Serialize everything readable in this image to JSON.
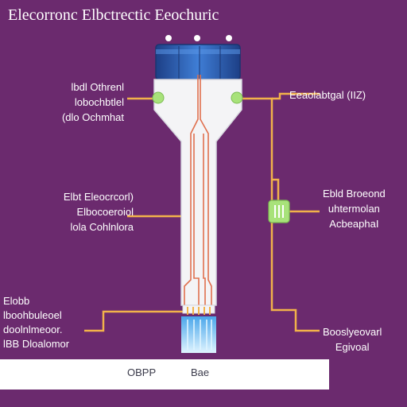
{
  "title": "Elecorronc Elbctrectic Eeochuric",
  "labels": {
    "left_top": [
      "lbdl Othrenl",
      "lobochbtlel",
      "(dlo Ochmhat"
    ],
    "left_middle": [
      "Elbt Eleocrcorl)",
      "Elbocoeroiol",
      "lola Cohlnlora"
    ],
    "left_bottom": [
      "Elobb",
      "lboohbuleoel",
      "doolnlmeoor.",
      "lBB Dloalomor"
    ],
    "right_top": [
      "Eeaolabtgal (IIZ)"
    ],
    "right_middle": [
      "Ebld Broeond",
      "uhtermolan",
      "AcbeaphaI"
    ],
    "right_bottom": [
      "Booslyeovarl",
      "Egivoal"
    ]
  },
  "base": {
    "left_text": "OBPP",
    "right_text": "Bae"
  },
  "colors": {
    "background": "#6b2a6e",
    "connector": "#f2b24a",
    "cap": "#2f5fb0",
    "wire": "#e0704e",
    "indicator": "#a8e27a",
    "glow": "#9ad8ff"
  }
}
